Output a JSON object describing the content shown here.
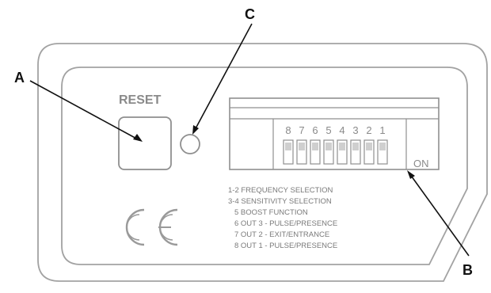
{
  "callouts": {
    "a": "A",
    "b": "B",
    "c": "C"
  },
  "panel": {
    "reset_label": "RESET",
    "switch_numbers": [
      "8",
      "7",
      "6",
      "5",
      "4",
      "3",
      "2",
      "1"
    ],
    "on_label": "ON",
    "ce_mark": "CE",
    "legend": [
      "1-2  FREQUENCY SELECTION",
      "3-4 SENSITIVITY SELECTION",
      "5 BOOST FUNCTION",
      "6 OUT 3 - PULSE/PRESENCE",
      "7 OUT 2 - EXIT/ENTRANCE",
      "8 OUT 1 - PULSE/PRESENCE"
    ]
  },
  "colors": {
    "outline": "#9a9a9a",
    "text_gray": "#8a8a8a",
    "callout_black": "#111111"
  }
}
